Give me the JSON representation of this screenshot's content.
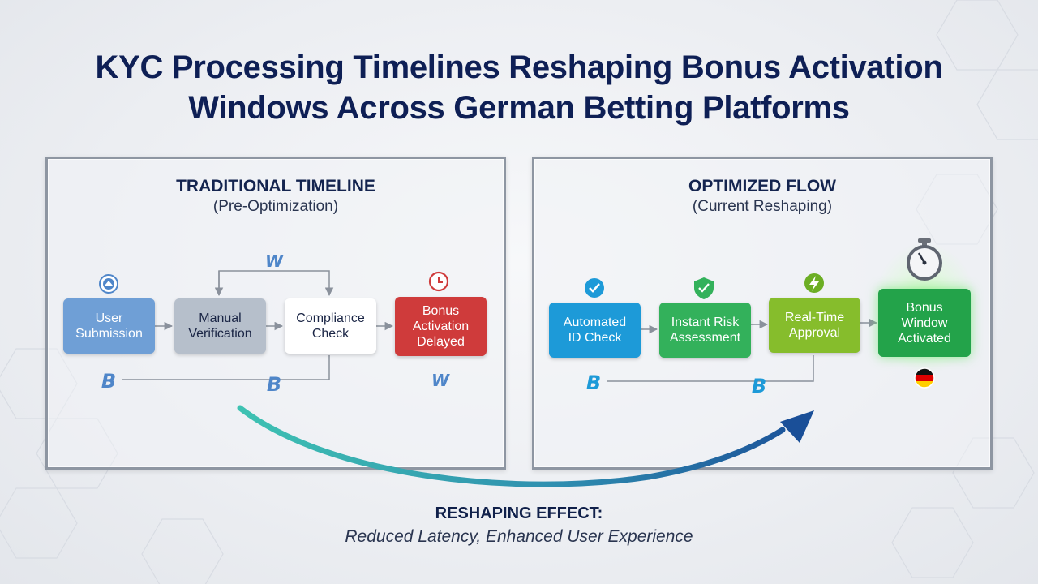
{
  "title_line1": "KYC Processing Timelines Reshaping Bonus Activation",
  "title_line2": "Windows Across German Betting Platforms",
  "traditional": {
    "heading": "TRADITIONAL TIMELINE",
    "subheading": "(Pre-Optimization)",
    "steps": [
      {
        "lines": [
          "User",
          "Submission"
        ]
      },
      {
        "lines": [
          "Manual",
          "Verification"
        ]
      },
      {
        "lines": [
          "Compliance",
          "Check"
        ]
      },
      {
        "lines": [
          "Bonus",
          "Activation",
          "Delayed"
        ]
      }
    ],
    "loop_marks": {
      "top": "W",
      "right_bottom": "W",
      "left_bottom": "B",
      "mid_bottom": "B"
    },
    "icons": [
      "arrow-circle-icon",
      "clock-icon"
    ]
  },
  "optimized": {
    "heading": "OPTIMIZED FLOW",
    "subheading": "(Current Reshaping)",
    "steps": [
      {
        "lines": [
          "Automated",
          "ID Check"
        ]
      },
      {
        "lines": [
          "Instant Risk",
          "Assessment"
        ]
      },
      {
        "lines": [
          "Real-Time",
          "Approval"
        ]
      },
      {
        "lines": [
          "Bonus",
          "Window",
          "Activated"
        ]
      }
    ],
    "loop_marks": {
      "left_bottom": "B",
      "mid_bottom": "B"
    },
    "icons": [
      "check-circle-icon",
      "shield-check-icon",
      "lightning-icon",
      "stopwatch-icon",
      "german-flag-icon"
    ]
  },
  "effect": {
    "title": "RESHAPING EFFECT:",
    "subtitle": "Reduced Latency, Enhanced User Experience"
  },
  "colors": {
    "title": "#0e1f55",
    "user_submission": "#6f9fd6",
    "manual_verification": "#b6bfcb",
    "compliance_check": "#ffffff",
    "bonus_delayed": "#cf3b3b",
    "automated_id": "#1d9ad8",
    "instant_risk": "#33b15b",
    "real_time": "#86bd2c",
    "bonus_activated": "#23a34a",
    "arrow_start": "#3ec2b2",
    "arrow_end": "#1a4f98"
  }
}
